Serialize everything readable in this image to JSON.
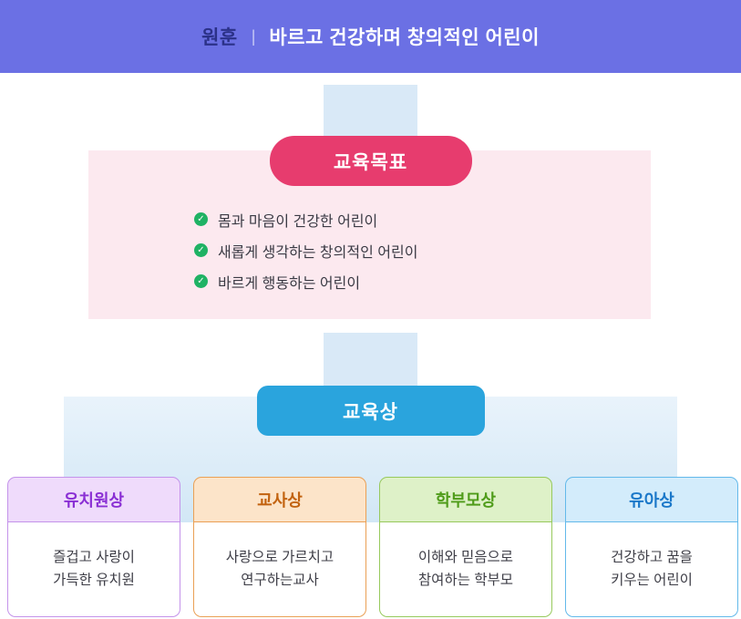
{
  "banner": {
    "label": "원훈",
    "separator": "|",
    "text": "바르고 건강하며 창의적인 어린이"
  },
  "goals_section": {
    "badge": "교육목표",
    "items": [
      {
        "text": "몸과 마음이 건강한 어린이"
      },
      {
        "text": "새롭게 생각하는 창의적인 어린이"
      },
      {
        "text": "바르게 행동하는 어린이"
      }
    ]
  },
  "vision_section": {
    "badge": "교육상",
    "cards": [
      {
        "title": "유치원상",
        "body": "즐겁고 사랑이\n가득한 유치원"
      },
      {
        "title": "교사상",
        "body": "사랑으로 가르치고\n연구하는교사"
      },
      {
        "title": "학부모상",
        "body": "이해와 믿음으로\n참여하는 학부모"
      },
      {
        "title": "유아상",
        "body": "건강하고 꿈을\n키우는 어린이"
      }
    ]
  },
  "icons": {
    "check": "✓"
  },
  "colors": {
    "banner_bg": "#6b70e4",
    "banner_label": "#2b3188",
    "goal_badge_bg": "#e73c6e",
    "goal_panel_bg": "#fce9ef",
    "check_green": "#1fb264",
    "vision_badge_bg": "#2aa4dd",
    "vision_panel_bg": "#d9e9f7",
    "card_purple": "#8a2fd4",
    "card_orange": "#c2620f",
    "card_green": "#4f9c1a",
    "card_blue": "#1b78c9"
  }
}
